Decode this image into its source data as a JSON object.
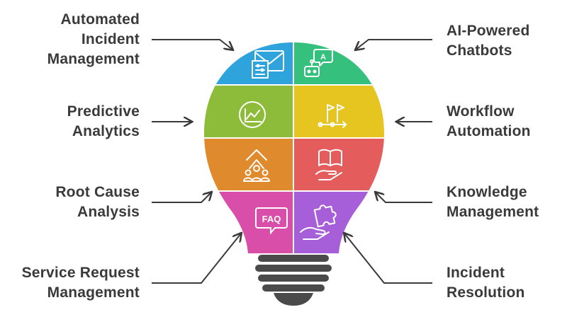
{
  "left_labels": [
    {
      "lines": [
        "Automated",
        "Incident",
        "Management"
      ]
    },
    {
      "lines": [
        "Predictive",
        "Analytics"
      ]
    },
    {
      "lines": [
        "Root Cause",
        "Analysis"
      ]
    },
    {
      "lines": [
        "Service Request",
        "Management"
      ]
    }
  ],
  "right_labels": [
    {
      "lines": [
        "AI-Powered",
        "Chatbots"
      ]
    },
    {
      "lines": [
        "Workflow",
        "Automation"
      ]
    },
    {
      "lines": [
        "Knowledge",
        "Management"
      ]
    },
    {
      "lines": [
        "Incident",
        "Resolution"
      ]
    }
  ],
  "faq_text": "FAQ",
  "ai_text": "A",
  "colors": {
    "blue": "#2ea3dc",
    "green": "#35c07d",
    "lime": "#8dbb3a",
    "yellow": "#e6c520",
    "orange": "#e08a2e",
    "red": "#e45c5c",
    "pink": "#d84ea8",
    "purple": "#a65fd9",
    "base": "#4a4a4a",
    "text": "#3a3a3a"
  }
}
